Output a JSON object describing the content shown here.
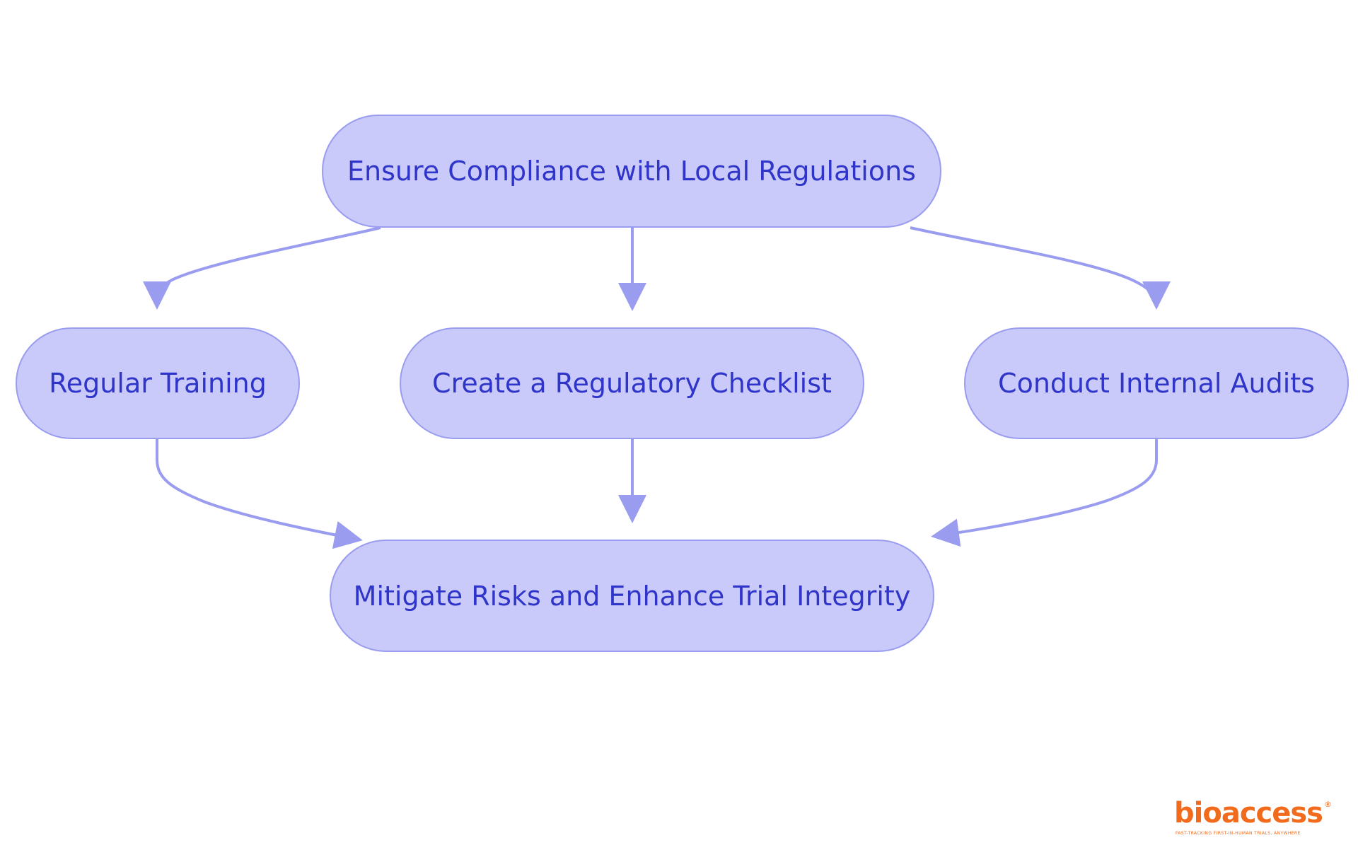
{
  "diagram": {
    "nodes": {
      "top": "Ensure Compliance with Local Regulations",
      "left": "Regular Training",
      "middle": "Create a Regulatory Checklist",
      "right": "Conduct Internal Audits",
      "bottom": "Mitigate Risks and Enhance Trial Integrity"
    },
    "edges": [
      {
        "from": "top",
        "to": "left"
      },
      {
        "from": "top",
        "to": "middle"
      },
      {
        "from": "top",
        "to": "right"
      },
      {
        "from": "left",
        "to": "bottom"
      },
      {
        "from": "middle",
        "to": "bottom"
      },
      {
        "from": "right",
        "to": "bottom"
      }
    ]
  },
  "colors": {
    "node_fill": "#c9caf9",
    "node_border": "#9a9cf0",
    "node_text": "#2f35c9",
    "edge": "#9a9cf0",
    "logo": "#f26a1b"
  },
  "logo": {
    "word": "bioaccess",
    "registered_mark": "®",
    "tagline": "FAST-TRACKING FIRST-IN-HUMAN TRIALS, ANYWHERE"
  }
}
